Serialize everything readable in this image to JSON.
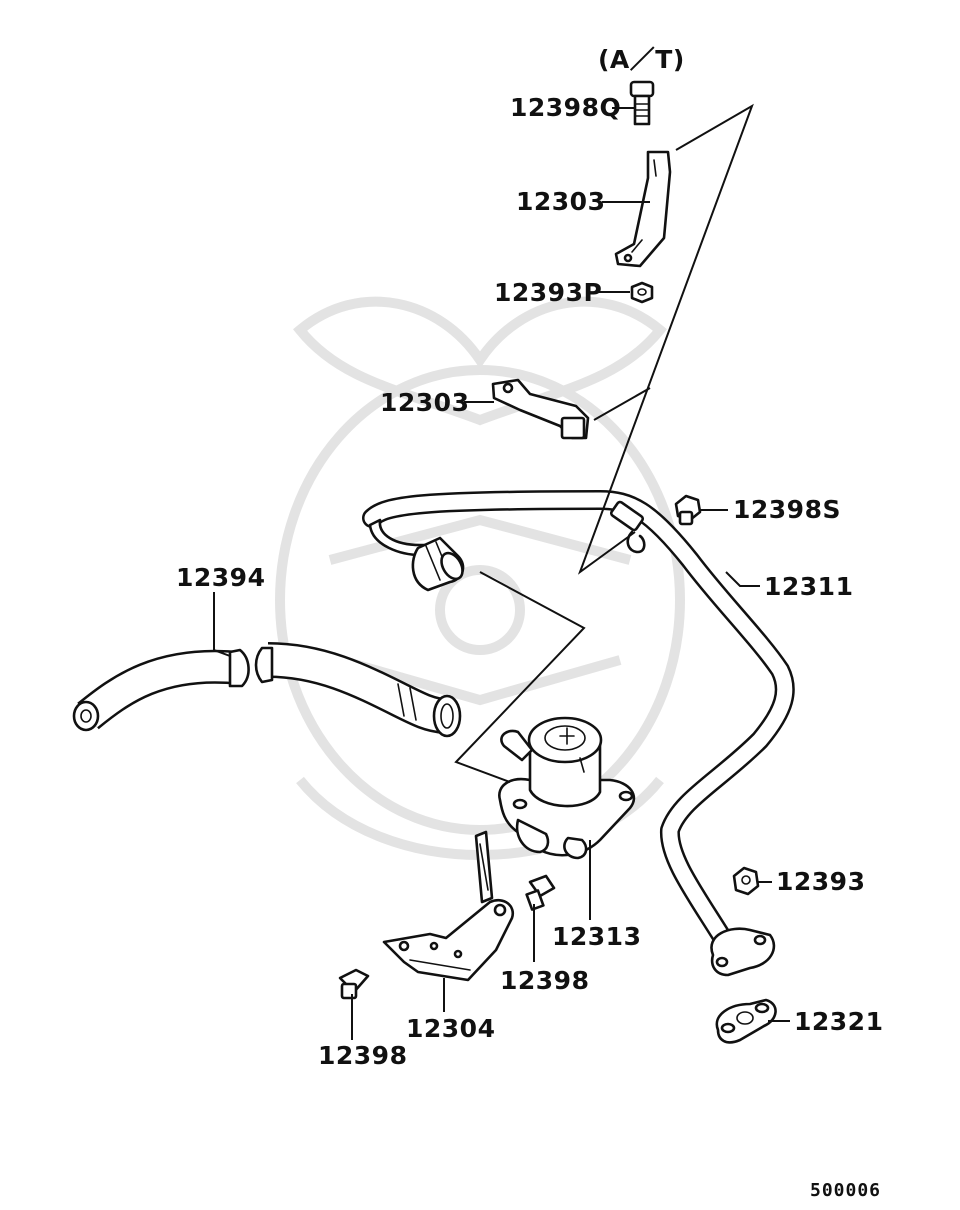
{
  "figure_code": "500006",
  "variant_note": "(A／T)",
  "callouts": [
    "12398Q",
    "12303",
    "12393P",
    "12303",
    "12398S",
    "12311",
    "12394",
    "12313",
    "12393",
    "12398",
    "12398",
    "12304",
    "12321"
  ]
}
